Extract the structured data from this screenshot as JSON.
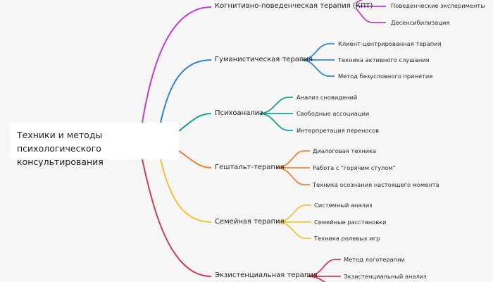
{
  "root": {
    "line1": "Техники и методы психологического",
    "line2": "консультирования"
  },
  "branches": [
    {
      "label": "Когнитивно-поведенческая терапия (КПТ)",
      "color": "#c23fc9",
      "children": [
        "Поведенческие эксперименты",
        "Десенсибилизация"
      ]
    },
    {
      "label": "Гуманистическая терапия",
      "color": "#2f86c9",
      "children": [
        "Клиент-центрированная терапия",
        "Техника активного слушания",
        "Метод безусловного принятия"
      ]
    },
    {
      "label": "Психоанализ",
      "color": "#1aa08f",
      "children": [
        "Анализ сновидений",
        "Свободные ассоциации",
        "Интерпретация переносов"
      ]
    },
    {
      "label": "Гештальт-терапия",
      "color": "#e8843a",
      "children": [
        "Диалоговая техника",
        "Работа с \"горячим стулом\"",
        "Техника осознания настоящего момента"
      ]
    },
    {
      "label": "Семейная терапия",
      "color": "#efc43a",
      "children": [
        "Системный анализ",
        "Семейные расстановки",
        "Техника ролевых игр"
      ]
    },
    {
      "label": "Экзистенциальная терапия",
      "color": "#cc3e52",
      "children": [
        "Метод логотерапии",
        "Экзистенциальный анализ"
      ]
    }
  ]
}
